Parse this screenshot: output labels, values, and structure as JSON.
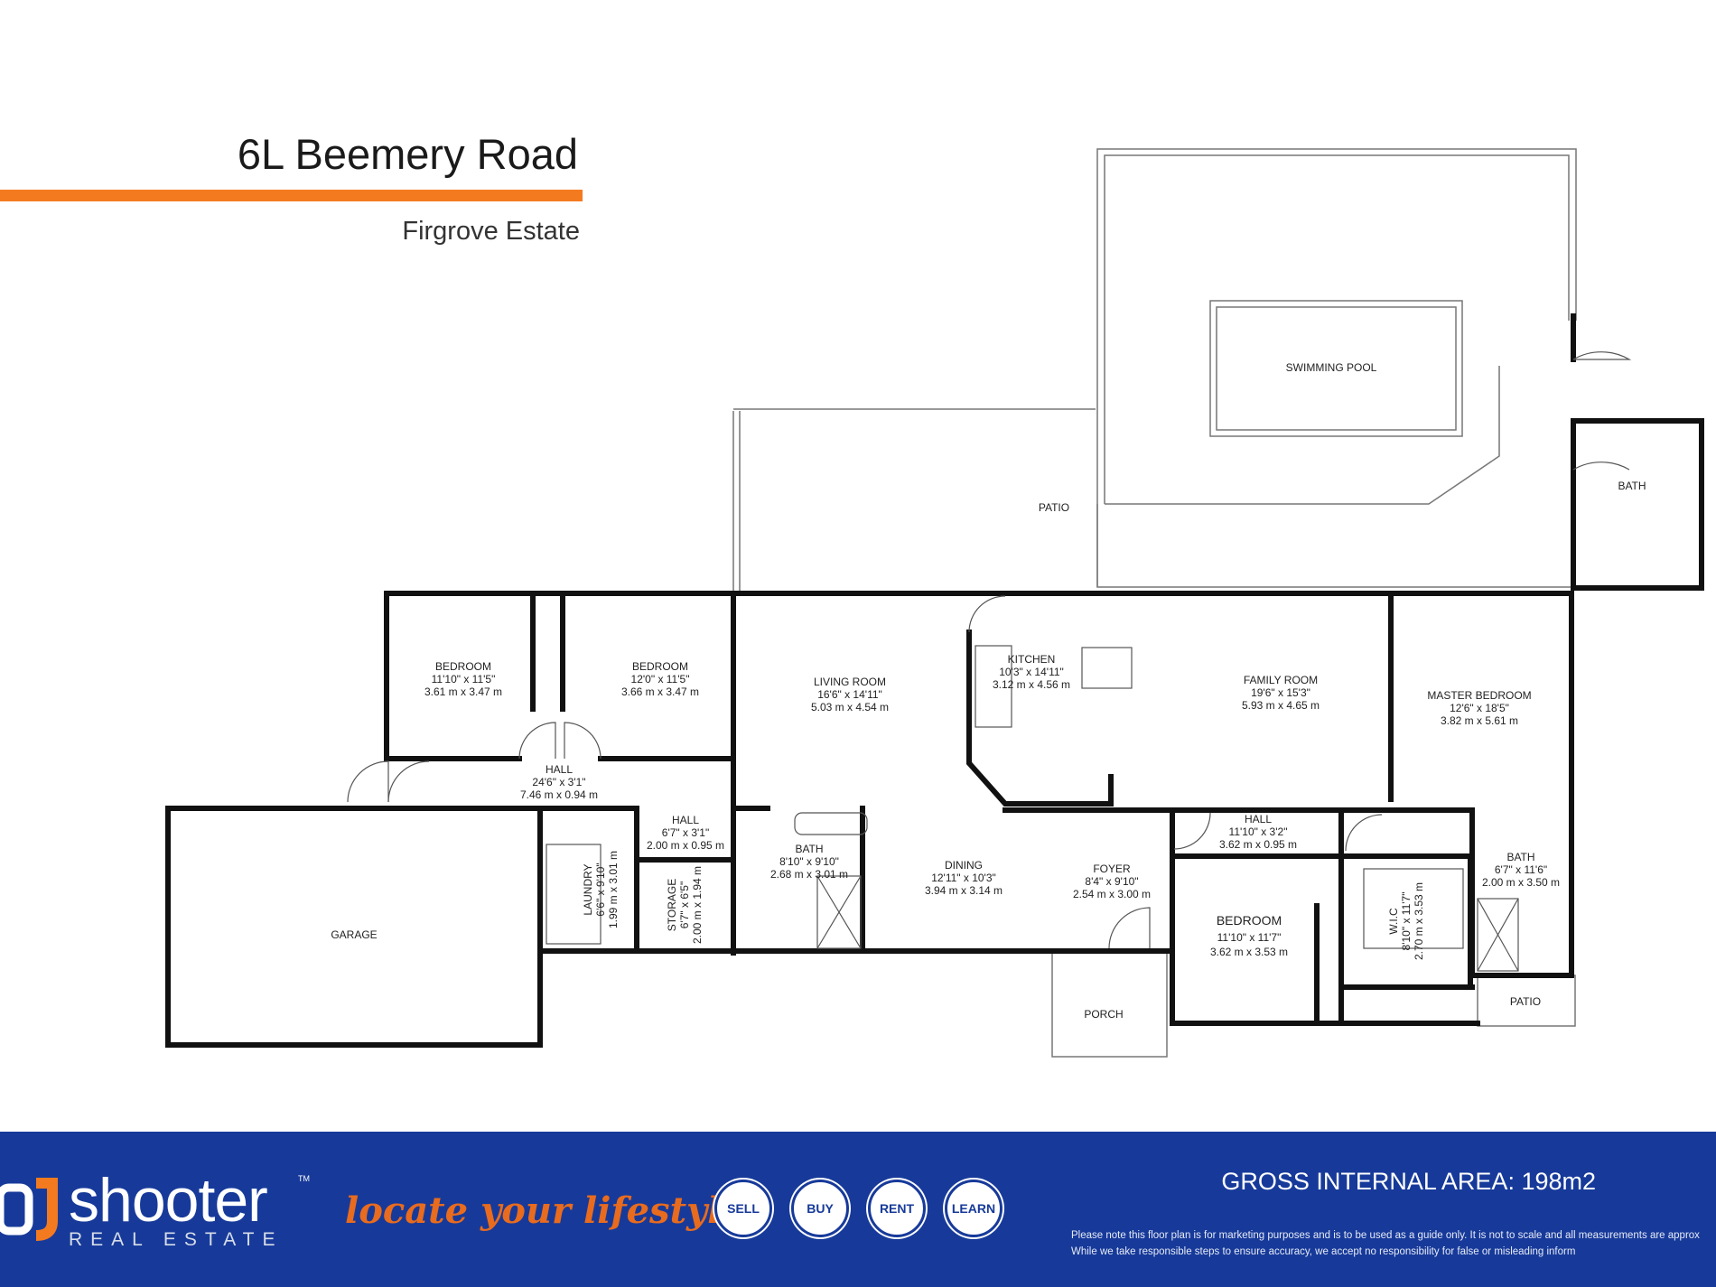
{
  "header": {
    "title": "6L Beemery Road",
    "subtitle": "Firgrove Estate"
  },
  "colors": {
    "accent_orange": "#f47a20",
    "footer_blue": "#173a9a",
    "wall": "#111111"
  },
  "rooms": {
    "swimming_pool": "SWIMMING POOL",
    "patio_back": "PATIO",
    "bath_outdoor": "BATH",
    "bedroom1": {
      "name": "BEDROOM",
      "imperial": "11'10\" x 11'5\"",
      "metric": "3.61 m x 3.47 m"
    },
    "bedroom2": {
      "name": "BEDROOM",
      "imperial": "12'0\" x 11'5\"",
      "metric": "3.66 m x 3.47 m"
    },
    "living": {
      "name": "LIVING ROOM",
      "imperial": "16'6\" x 14'11\"",
      "metric": "5.03 m x 4.54 m"
    },
    "kitchen": {
      "name": "KITCHEN",
      "imperial": "10'3\" x 14'11\"",
      "metric": "3.12 m x 4.56 m"
    },
    "family": {
      "name": "FAMILY ROOM",
      "imperial": "19'6\" x 15'3\"",
      "metric": "5.93 m x 4.65 m"
    },
    "master": {
      "name": "MASTER BEDROOM",
      "imperial": "12'6\" x 18'5\"",
      "metric": "3.82 m x 5.61 m"
    },
    "hall_main": {
      "name": "HALL",
      "imperial": "24'6\" x 3'1\"",
      "metric": "7.46 m x 0.94 m"
    },
    "hall_small": {
      "name": "HALL",
      "imperial": "6'7\" x 3'1\"",
      "metric": "2.00 m x 0.95 m"
    },
    "laundry": {
      "name": "LAUNDRY",
      "imperial": "6'6\" x 9'10\"",
      "metric": "1.99 m x 3.01 m"
    },
    "storage": {
      "name": "STORAGE",
      "imperial": "6'7\" x 6'5\"",
      "metric": "2.00 m x 1.94 m"
    },
    "bath_main": {
      "name": "BATH",
      "imperial": "8'10\" x 9'10\"",
      "metric": "2.68 m x 3.01 m"
    },
    "dining": {
      "name": "DINING",
      "imperial": "12'11\" x 10'3\"",
      "metric": "3.94 m x 3.14 m"
    },
    "foyer": {
      "name": "FOYER",
      "imperial": "8'4\" x 9'10\"",
      "metric": "2.54 m x 3.00 m"
    },
    "hall_east": {
      "name": "HALL",
      "imperial": "11'10\" x 3'2\"",
      "metric": "3.62 m x 0.95 m"
    },
    "bedroom3": {
      "name": "BEDROOM",
      "imperial": "11'10\" x 11'7\"",
      "metric": "3.62 m x 3.53 m"
    },
    "wic": {
      "name": "W.I.C",
      "imperial": "8'10\" x 11'7\"",
      "metric": "2.70 m x 3.53 m"
    },
    "bath_ensuite": {
      "name": "BATH",
      "imperial": "6'7\" x 11'6\"",
      "metric": "2.00 m x 3.50 m"
    },
    "garage": "GARAGE",
    "porch": "PORCH",
    "patio_side": "PATIO"
  },
  "footer": {
    "logo_mark": "SJ",
    "logo_word": "shooter",
    "logo_tm": "TM",
    "logo_sub": "REAL ESTATE",
    "tagline": "locate your lifestyle",
    "buttons": [
      "SELL",
      "BUY",
      "RENT",
      "LEARN"
    ],
    "gross_area": "GROSS INTERNAL AREA: 198m2",
    "disclaimer_line1": "Please note this floor plan is for marketing purposes and is to be used as a guide only. It is not to scale and all measurements are approx",
    "disclaimer_line2": "While we take responsible steps to ensure accuracy, we accept no responsibility for false or misleading inform"
  }
}
